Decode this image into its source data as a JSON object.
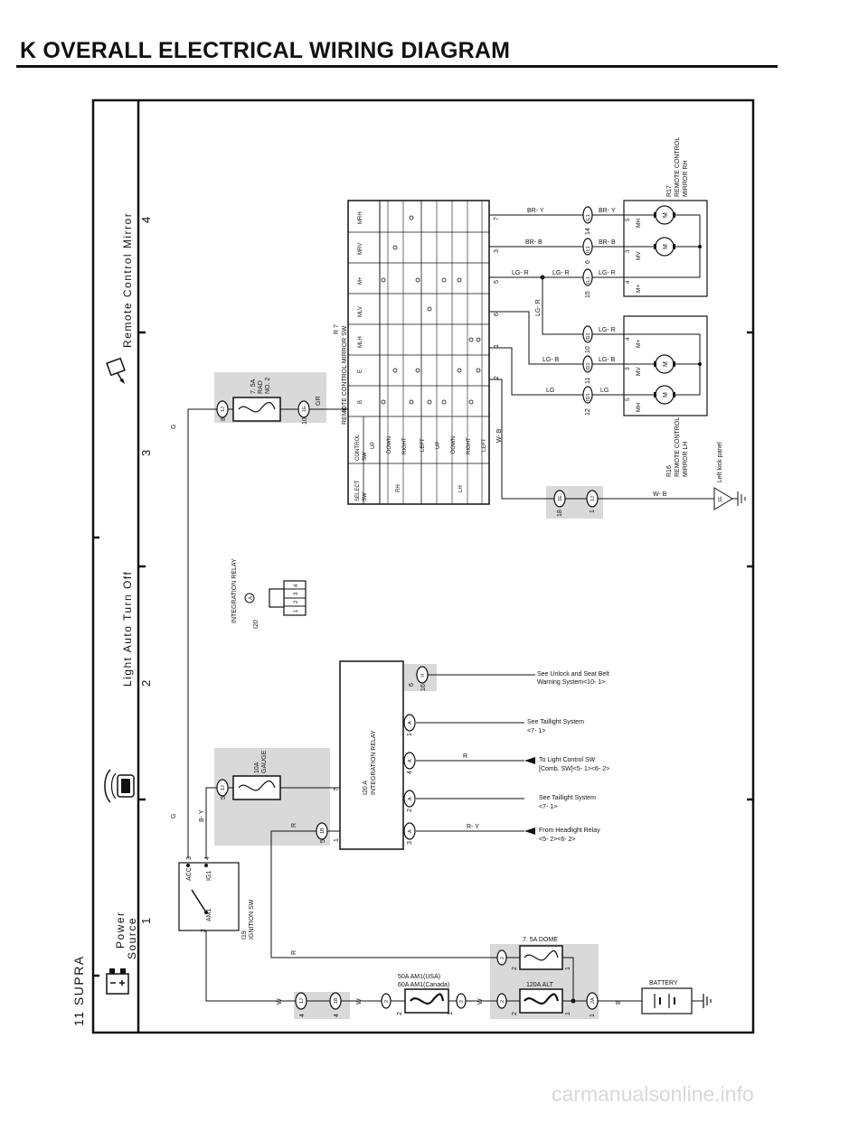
{
  "page_title": "K  OVERALL ELECTRICAL WIRING DIAGRAM",
  "model_label": "11 SUPRA",
  "watermark": "carmanualsonline.info",
  "sections": {
    "power_source": "Power\nSource",
    "light_auto_turn_off": "Light Auto Turn Off",
    "remote_control_mirror": "Remote Control Mirror"
  },
  "grid_numbers": [
    "1",
    "2",
    "3",
    "4"
  ],
  "fuses": {
    "rad2": [
      "7. 5A",
      "RAD",
      "NO. 2"
    ],
    "gauge": [
      "10A",
      "GAUGE"
    ],
    "dome": "7. 5A DOME",
    "am1": [
      "50A AM1(USA)",
      "60A AM1(Canada)"
    ],
    "alt": "120A ALT"
  },
  "components": {
    "ignition_sw": [
      "I19",
      "IGNITION SW"
    ],
    "ign_terms": {
      "acc": "ACC",
      "ig1": "IG1",
      "am1": "AM1"
    },
    "integration_relay": [
      "I20     A",
      "INTEGRATION RELAY"
    ],
    "integration_relay_connector": [
      "INTEGRATION RELAY",
      "I20"
    ],
    "connector_letter": "A",
    "connector_pins": [
      "1",
      "2",
      "3",
      "4"
    ],
    "battery": "BATTERY",
    "ground_label": "Left kick panel",
    "mirror_sw": [
      "R 7",
      "REMOTE CONTROL MIRROR SW"
    ],
    "mirror_lh": [
      "R16",
      "REMOTE CONTROL",
      "MIRROR LH"
    ],
    "mirror_rh": [
      "R17",
      "REMOTE CONTROL",
      "MIRROR RH"
    ],
    "motor": "M",
    "motor_terms": [
      "MH",
      "MV",
      "M+"
    ]
  },
  "switch_table": {
    "headers": [
      "SELECT\nSW",
      "CONTROL\nSW",
      "B",
      "E",
      "MLH",
      "MLV",
      "M+",
      "MRV",
      "MRH"
    ],
    "groups": [
      "RH",
      "LH"
    ],
    "rows": [
      "UP",
      "DOWN",
      "RIGHT",
      "LEFT",
      "UP",
      "DOWN",
      "RIGHT",
      "LEFT"
    ],
    "pins": [
      "8",
      "2",
      "1",
      "6",
      "5",
      "3",
      "7"
    ]
  },
  "wire_colors": {
    "g": "G",
    "b_y": "B- Y",
    "gr": "GR",
    "w": "W",
    "r": "R",
    "b": "B",
    "r_y": "R- Y",
    "w_b": "W- B",
    "lg": "LG",
    "lg_b": "LG- B",
    "lg_r": "LG- R",
    "br_b": "BR- B",
    "br_y": "BR- Y"
  },
  "connectors": {
    "1j": "1J",
    "1e": "1E",
    "1b": "1B",
    "2a": "2A",
    "ii": "II",
    "id1": "ID1",
    "il1": "IL1",
    "two": "2",
    "a": "A"
  },
  "pin_numbers": [
    "1",
    "2",
    "3",
    "4",
    "5",
    "6",
    "7",
    "8",
    "10",
    "11",
    "12",
    "14",
    "15",
    "16",
    "18"
  ],
  "notes": {
    "unlock": [
      "See Unlock and Seat Belt",
      "Warning System<10- 1>"
    ],
    "taillight1": [
      "See Taillight System",
      "<7- 1>"
    ],
    "light_sw": [
      "To Light Control SW",
      "[Comb.  SW]<5- 1><6- 2>"
    ],
    "taillight2": [
      "See Taillight System",
      "<7- 1>"
    ],
    "headlight": [
      "From Headlight Relay",
      "<5- 2><6- 2>"
    ]
  }
}
